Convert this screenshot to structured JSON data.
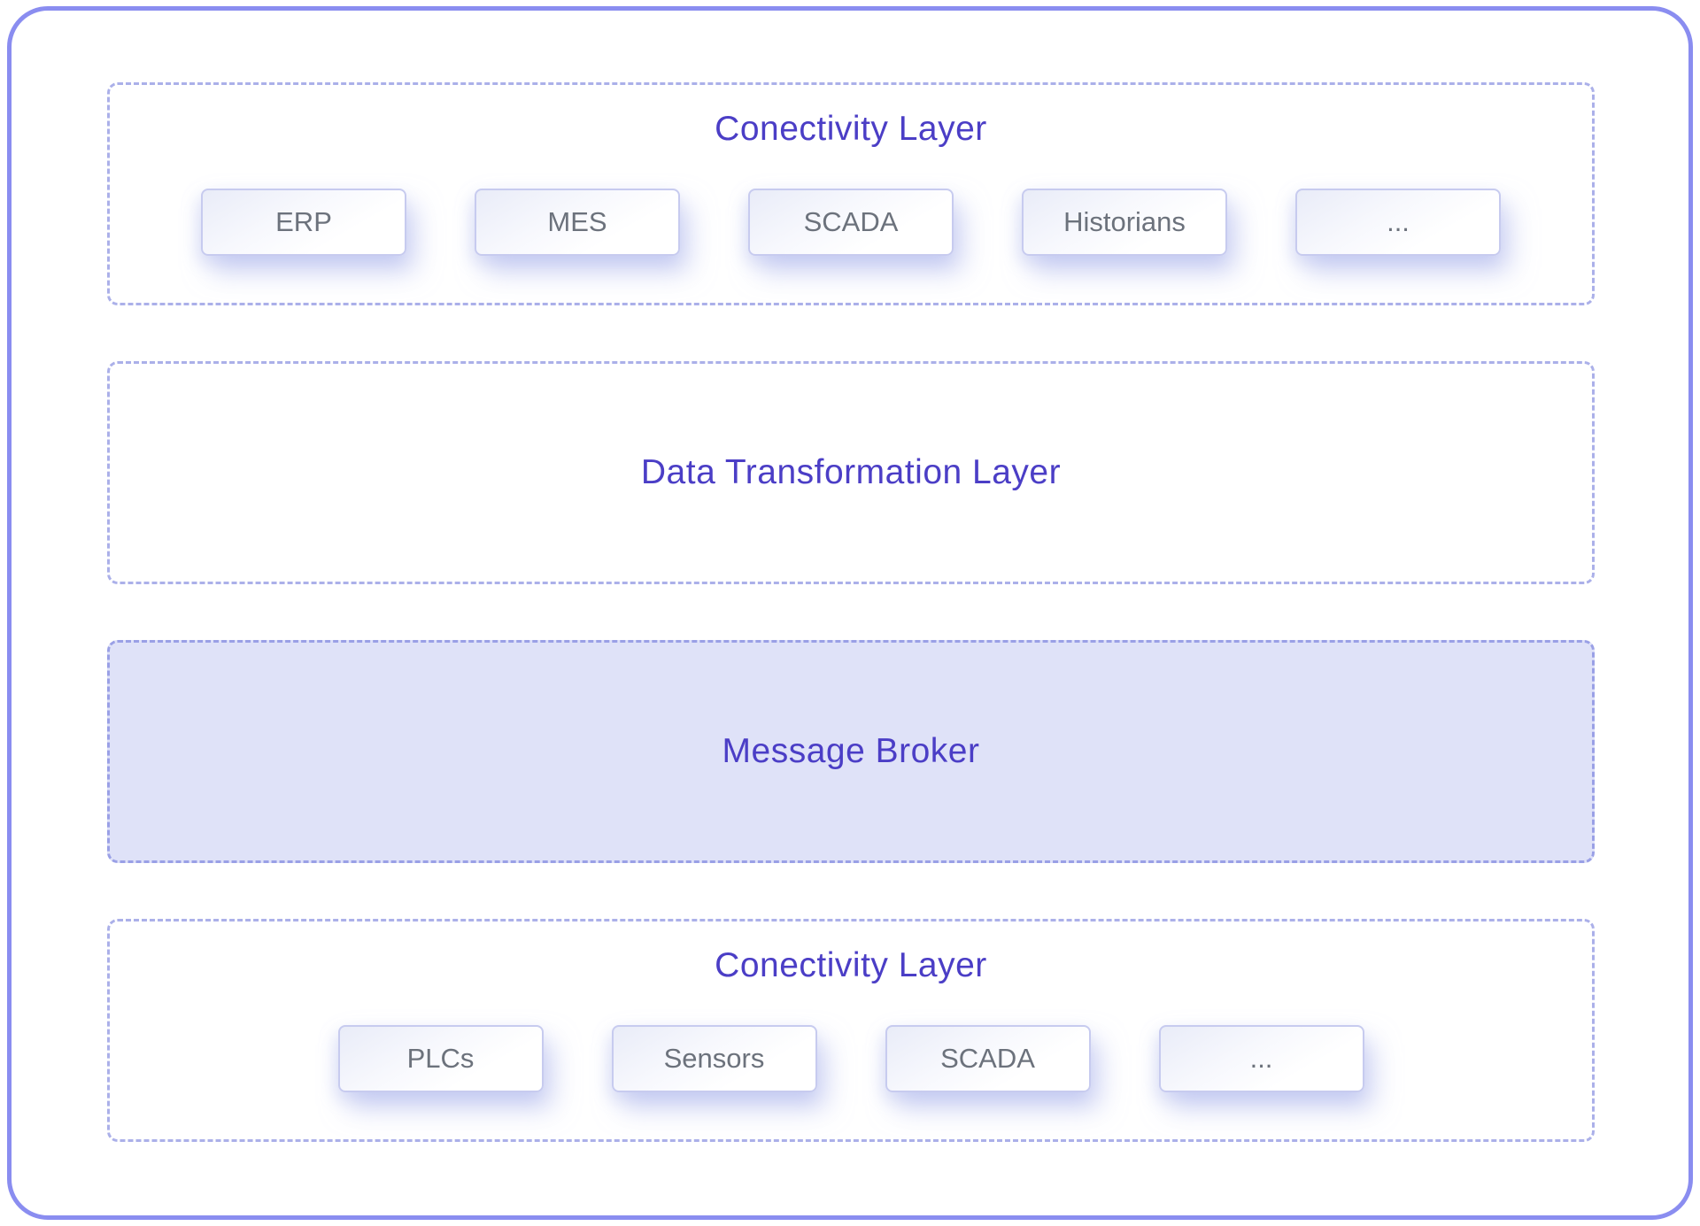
{
  "diagram": {
    "layers": [
      {
        "title": "Conectivity Layer",
        "items": [
          "ERP",
          "MES",
          "SCADA",
          "Historians",
          "..."
        ]
      },
      {
        "title": "Data Transformation Layer",
        "items": []
      },
      {
        "title": "Message Broker",
        "items": []
      },
      {
        "title": "Conectivity Layer",
        "items": [
          "PLCs",
          "Sensors",
          "SCADA",
          "..."
        ]
      }
    ],
    "colors": {
      "frame_border": "#8a8df0",
      "dashed_border": "#abb0e9",
      "filled_dashed_border": "#9aa0e6",
      "layer_title_text": "#4b3ec6",
      "node_text": "#6c727c",
      "node_border": "#c7cbef",
      "message_broker_fill": "#dfe2f8"
    }
  }
}
